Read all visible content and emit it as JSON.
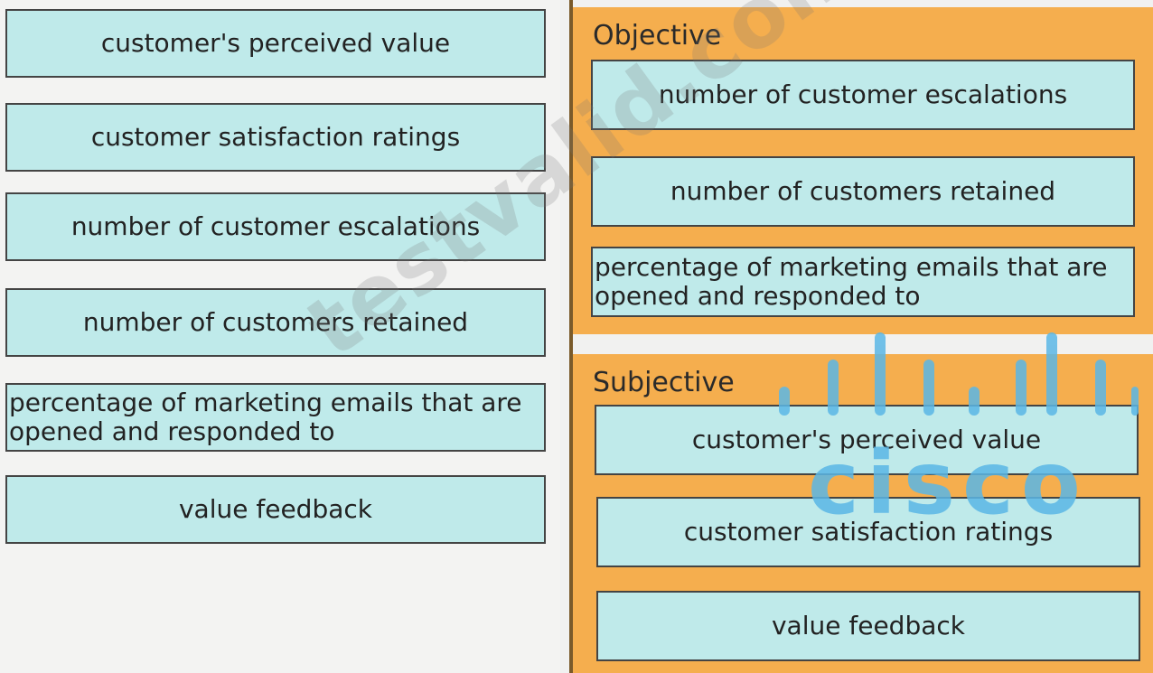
{
  "source_items": [
    "customer's perceived value",
    "customer satisfaction ratings",
    "number of customer escalations",
    "number of customers retained",
    "percentage of marketing emails that are opened and responded to",
    "value feedback"
  ],
  "objective": {
    "title": "Objective",
    "items": [
      "number of customer escalations",
      "number of customers retained",
      "percentage of marketing emails that are opened and responded to"
    ]
  },
  "subjective": {
    "title": "Subjective",
    "items": [
      "customer's perceived value",
      "customer satisfaction ratings",
      "value feedback"
    ]
  },
  "watermark_text": "testvalid.com",
  "logo_text": "cisco",
  "colors": {
    "item_bg": "#bfeaea",
    "panel_bg": "#f5ae4e",
    "logo": "#5bb7e6"
  }
}
